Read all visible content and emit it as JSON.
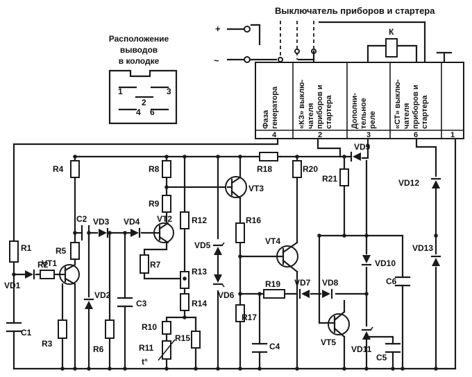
{
  "title": "Выключатель приборов и стартера",
  "connector": {
    "caption": [
      "Расположение",
      "выводов",
      "в колодке"
    ],
    "pins": [
      "1",
      "2",
      "3",
      "4",
      "6"
    ]
  },
  "supply": {
    "plus": "+",
    "ac": "~"
  },
  "relay_label": "К",
  "terminal_columns": [
    {
      "lines": [
        "Фаза",
        "генератора"
      ],
      "pin": "4"
    },
    {
      "lines": [
        "«КЗ» выклю-",
        "чателя",
        "приборов и",
        "стартера"
      ],
      "pin": "2"
    },
    {
      "lines": [
        "Дополни-",
        "тельное",
        "реле"
      ],
      "pin": "3"
    },
    {
      "lines": [
        "«СТ» выклю-",
        "чателя",
        "приборов и",
        "стартера"
      ],
      "pin": "6"
    },
    {
      "lines": [
        ""
      ],
      "pin": "1"
    }
  ],
  "components": {
    "R1": "R1",
    "R2": "R2",
    "R3": "R3",
    "R4": "R4",
    "R5": "R5",
    "R6": "R6",
    "R7": "R7",
    "R8": "R8",
    "R9": "R9",
    "R10": "R10",
    "R11": "R11",
    "R12": "R12",
    "R13": "R13",
    "R14": "R14",
    "R15": "R15",
    "R16": "R16",
    "R17": "R17",
    "R18": "R18",
    "R19": "R19",
    "R20": "R20",
    "R21": "R21",
    "C1": "C1",
    "C2": "C2",
    "C3": "C3",
    "C4": "C4",
    "C5": "C5",
    "C6": "C6",
    "VD1": "VD1",
    "VD2": "VD2",
    "VD3": "VD3",
    "VD4": "VD4",
    "VD5": "VD5",
    "VD6": "VD6",
    "VD7": "VD7",
    "VD8": "VD8",
    "VD9": "VD9",
    "VD10": "VD10",
    "VD11": "VD11",
    "VD12": "VD12",
    "VD13": "VD13",
    "VT1": "VT1",
    "VT2": "VT2",
    "VT3": "VT3",
    "VT4": "VT4",
    "VT5": "VT5"
  },
  "thermistor_mark": "t°"
}
